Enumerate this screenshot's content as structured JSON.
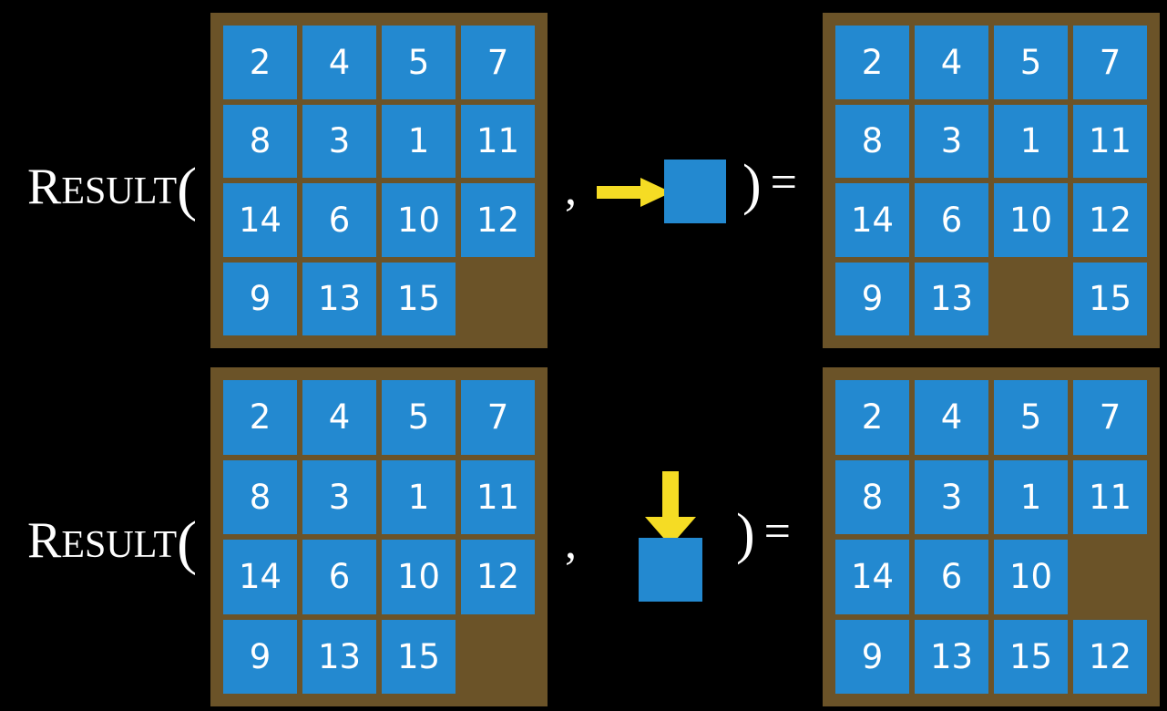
{
  "page": {
    "background_color": "#000000",
    "title": "RESULT function applied to 15-puzzle states"
  },
  "colors": {
    "tile": "#2389d0",
    "board": "#6b5328",
    "arrow": "#f5dc24",
    "text": "#ffffff",
    "background": "#000000"
  },
  "labels": {
    "result_cap": "R",
    "result_rest": "ESULT",
    "open_paren": "(",
    "comma": ",",
    "close_paren": ")",
    "equals": "="
  },
  "rows": [
    {
      "id": "row-right-action",
      "function_label": "RESULT(",
      "action": {
        "name": "move-right-action",
        "icon": "arrow-right-icon",
        "direction": "right",
        "tile_color": "#2389d0",
        "arrow_color": "#f5dc24"
      },
      "input_board": {
        "name": "input-board-top",
        "columns": 4,
        "rows": 4,
        "cells": [
          [
            "2",
            "4",
            "5",
            "7"
          ],
          [
            "8",
            "3",
            "1",
            "11"
          ],
          [
            "14",
            "6",
            "10",
            "12"
          ],
          [
            "9",
            "13",
            "15",
            ""
          ]
        ]
      },
      "output_board": {
        "name": "output-board-top",
        "columns": 4,
        "rows": 4,
        "cells": [
          [
            "2",
            "4",
            "5",
            "7"
          ],
          [
            "8",
            "3",
            "1",
            "11"
          ],
          [
            "14",
            "6",
            "10",
            "12"
          ],
          [
            "9",
            "13",
            "",
            "15"
          ]
        ]
      }
    },
    {
      "id": "row-down-action",
      "function_label": "RESULT(",
      "action": {
        "name": "move-down-action",
        "icon": "arrow-down-icon",
        "direction": "down",
        "tile_color": "#2389d0",
        "arrow_color": "#f5dc24"
      },
      "input_board": {
        "name": "input-board-bottom",
        "columns": 4,
        "rows": 4,
        "cells": [
          [
            "2",
            "4",
            "5",
            "7"
          ],
          [
            "8",
            "3",
            "1",
            "11"
          ],
          [
            "14",
            "6",
            "10",
            "12"
          ],
          [
            "9",
            "13",
            "15",
            ""
          ]
        ]
      },
      "output_board": {
        "name": "output-board-bottom",
        "columns": 4,
        "rows": 4,
        "cells": [
          [
            "2",
            "4",
            "5",
            "7"
          ],
          [
            "8",
            "3",
            "1",
            "11"
          ],
          [
            "14",
            "6",
            "10",
            ""
          ],
          [
            "9",
            "13",
            "15",
            "12"
          ]
        ]
      }
    }
  ]
}
